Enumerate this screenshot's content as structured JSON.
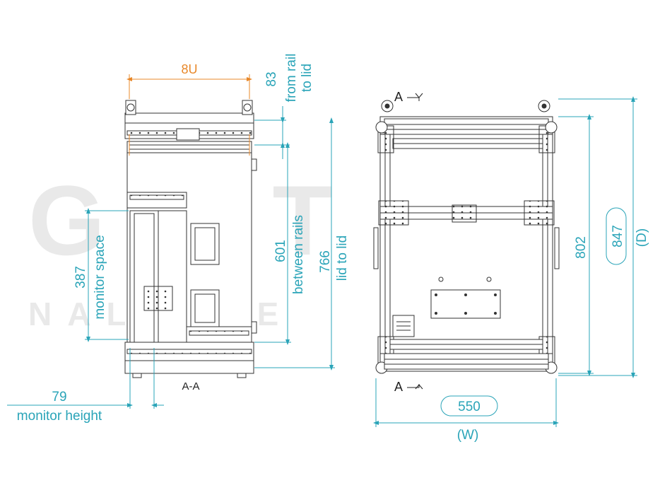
{
  "colors": {
    "dimension": "#2aa4b8",
    "highlight": "#e8882a",
    "line": "#222222",
    "watermark": "#e9e9e9"
  },
  "watermark": {
    "main": "GMT",
    "sub": "NALCASE"
  },
  "section_view": {
    "dim_8u": "8U",
    "dim_rail_value": "83",
    "dim_rail_label_1": "from rail",
    "dim_rail_label_2": "to lid",
    "dim_rails_value": "601",
    "dim_rails_label": "between rails",
    "dim_lid_value": "766",
    "dim_lid_label": "lid to lid",
    "dim_monitor_value": "387",
    "dim_monitor_label": "monitor space",
    "dim_height_value": "79",
    "dim_height_label": "monitor height",
    "section_label": "A-A"
  },
  "front_view": {
    "section_mark_top": "A",
    "section_mark_bottom": "A",
    "dim_height_value": "802",
    "dim_depth_value": "847",
    "dim_depth_label": "(D)",
    "dim_width_value": "550",
    "dim_width_label": "(W)"
  }
}
